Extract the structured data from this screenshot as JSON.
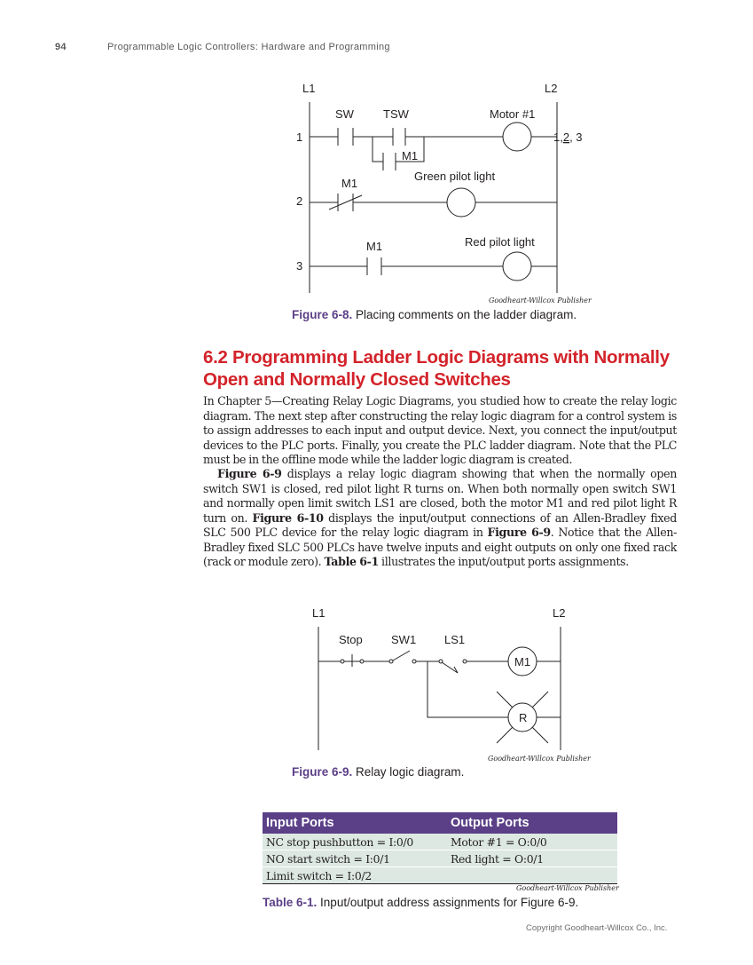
{
  "header": {
    "page_number": "94",
    "running_title": "Programmable Logic Controllers: Hardware and Programming"
  },
  "figure_6_8": {
    "rail_left": "L1",
    "rail_right": "L2",
    "rung_numbers": [
      "1",
      "2",
      "3"
    ],
    "labels": {
      "sw": "SW",
      "tsw": "TSW",
      "motor": "Motor #1",
      "m1_branch": "M1",
      "m1_rung2": "M1",
      "m1_rung3": "M1",
      "green": "Green pilot light",
      "red": "Red pilot light"
    },
    "cross_ref": {
      "prefix": "1,",
      "underlined": "2",
      "suffix": ", 3"
    },
    "credit": "Goodheart-Willcox Publisher",
    "caption_label": "Figure 6-8.",
    "caption_text": "Placing comments on the ladder diagram."
  },
  "section": {
    "heading": "6.2 Programming Ladder Logic Diagrams with Normally Open and Normally Closed Switches",
    "paragraph1": "In Chapter 5—Creating Relay Logic Diagrams, you studied how to create the relay logic diagram. The next step after constructing the relay logic diagram for a control system is to assign addresses to each input and output device. Next, you connect the input/output devices to the PLC ports. Finally, you create the PLC ladder diagram. Note that the PLC must be in the offline mode while the ladder logic diagram is created.",
    "paragraph2": {
      "ref_fig_6_9": "Figure 6-9",
      "text_a": " displays a relay logic diagram showing that when the normally open switch SW1 is closed, red pilot light R turns on. When both normally open switch SW1 and normally open limit switch LS1 are closed, both the motor M1 and red pilot light R turn on. ",
      "ref_fig_6_10": "Figure 6-10",
      "text_b": " displays the input/output connections of an Allen-Bradley fixed SLC 500 PLC device for the relay logic diagram in ",
      "ref_fig_6_9b": "Figure 6-9",
      "text_c": ". Notice that the Allen-Bradley fixed SLC 500 PLCs have twelve inputs and eight outputs on only one fixed rack (rack or module zero). ",
      "ref_table": "Table 6-1",
      "text_d": " illustrates the input/output ports assignments."
    }
  },
  "figure_6_9": {
    "rail_left": "L1",
    "rail_right": "L2",
    "labels": {
      "stop": "Stop",
      "sw1": "SW1",
      "ls1": "LS1",
      "motor": "M1",
      "lamp": "R"
    },
    "credit": "Goodheart-Willcox Publisher",
    "caption_label": "Figure 6-9.",
    "caption_text": "Relay logic diagram."
  },
  "table_6_1": {
    "headers": [
      "Input Ports",
      "Output Ports"
    ],
    "rows": [
      [
        "NC stop pushbutton = I:0/0",
        "Motor #1 = O:0/0"
      ],
      [
        "NO start switch = I:0/1",
        "Red light = O:0/1"
      ],
      [
        "Limit switch = I:0/2",
        ""
      ]
    ],
    "credit": "Goodheart-Willcox Publisher",
    "caption_label": "Table 6-1.",
    "caption_text": "Input/output address assignments for Figure 6-9."
  },
  "footer": {
    "copyright": "Copyright Goodheart-Willcox Co., Inc."
  }
}
